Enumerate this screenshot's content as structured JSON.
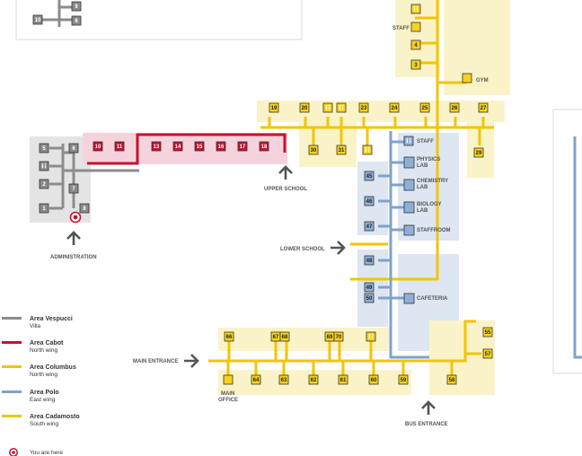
{
  "colors": {
    "vespucci": "#8c8c8c",
    "cabot": "#c8102e",
    "columbus": "#f2c500",
    "polo": "#7ea3cb",
    "cadamosto": "#f2c500",
    "you_are_here": "#c8102e",
    "area_vespucci": "#e4e4e4",
    "area_cabot": "#f6d3dc",
    "area_columbus": "#fbf3c8",
    "area_polo": "#dde6f1",
    "room_yellow": "#f7d21c",
    "room_blue": "#8fb0d6",
    "room_gray": "#8a8a8a"
  },
  "icons": {
    "restroom": "restroom-icon",
    "you_are_here": "target-icon",
    "direction": "arrow-icon"
  },
  "topleft_box": {
    "rooms": [
      "10",
      "9",
      "8"
    ]
  },
  "labels": {
    "staff_north": "STAFF",
    "gym": "GYM",
    "upper_school": "UPPER SCHOOL",
    "administration": "ADMINISTRATION",
    "lower_school": "LOWER SCHOOL",
    "main_entrance": "MAIN ENTRANCE",
    "main_office_line1": "MAIN",
    "main_office_line2": "OFFICE",
    "bus_entrance": "BUS ENTRANCE",
    "staff": "STAFF",
    "physics_line1": "PHYSICS",
    "physics_line2": "LAB",
    "chemistry_line1": "CHEMISTRY",
    "chemistry_line2": "LAB",
    "biology_line1": "BIOLOGY",
    "biology_line2": "LAB",
    "staffroom": "STAFFROOM",
    "cafeteria": "CAFETERIA"
  },
  "rooms": {
    "vespucci": [
      "5",
      "6",
      "2",
      "7",
      "1",
      "8"
    ],
    "cabot": [
      "10",
      "11",
      "13",
      "14",
      "15",
      "16",
      "17",
      "18"
    ],
    "columbus_vertical": [
      "4",
      "3"
    ],
    "columbus_top": [
      "19",
      "20",
      "23",
      "24",
      "25",
      "26",
      "27"
    ],
    "columbus_bottom": [
      "30",
      "31",
      "29"
    ],
    "polo_left": [
      "45",
      "46",
      "47",
      "48",
      "49",
      "50"
    ],
    "cadamosto_top": [
      "66",
      "67",
      "68",
      "69",
      "70",
      "55"
    ],
    "cadamosto_bottom": [
      "64",
      "63",
      "62",
      "61",
      "60",
      "59",
      "58",
      "57"
    ]
  },
  "legend": [
    {
      "name": "Area Vespucci",
      "sub": "Villa",
      "color": "#8c8c8c"
    },
    {
      "name": "Area Cabot",
      "sub": "North wing",
      "color": "#c8102e"
    },
    {
      "name": "Area Columbus",
      "sub": "North wing",
      "color": "#f2c500"
    },
    {
      "name": "Area Polo",
      "sub": "East wing",
      "color": "#7ea3cb"
    },
    {
      "name": "Area Cadamosto",
      "sub": "South wing",
      "color": "#f2c500"
    }
  ],
  "you_are_here": "You are here"
}
